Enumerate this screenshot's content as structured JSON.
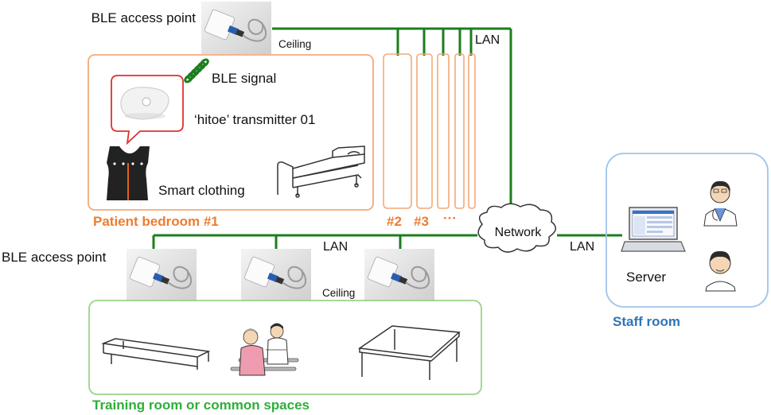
{
  "labels": {
    "ble_access_point_top": "BLE access point",
    "ceiling_top": "Ceiling",
    "lan_top": "LAN",
    "ble_signal": "BLE signal",
    "transmitter": "‘hitoe’ transmitter 01",
    "smart_clothing": "Smart clothing",
    "patient_bedroom": "Patient bedroom #1",
    "room_2": "#2",
    "room_3": "#3",
    "room_more": "···",
    "network": "Network",
    "lan_middle": "LAN",
    "lan_right": "LAN",
    "ble_access_point_bottom": "BLE access point",
    "ceiling_bottom": "Ceiling",
    "server": "Server",
    "staff_room": "Staff room",
    "training_room": "Training room or common spaces"
  },
  "colors": {
    "lan_line": "#1e7d1e",
    "bedroom_border": "#f4a97a",
    "bedroom_label": "#ed7d31",
    "training_border": "#9ad38a",
    "training_label": "#2fae3a",
    "staff_border": "#9fc5e8",
    "staff_label": "#2e75b6",
    "bubble_border": "#e03030"
  },
  "icons": {
    "access_point": "ble-access-point-photo",
    "transmitter": "hitoe-transmitter-photo",
    "vest": "smart-clothing-vest",
    "bed": "bed-icon",
    "computer": "server-computer-icon",
    "doctor": "doctor-icon",
    "staff": "staff-icon",
    "cloud": "network-cloud",
    "bench": "bench-icon",
    "table": "table-icon",
    "rehab": "rehabilitation-people-icon"
  }
}
